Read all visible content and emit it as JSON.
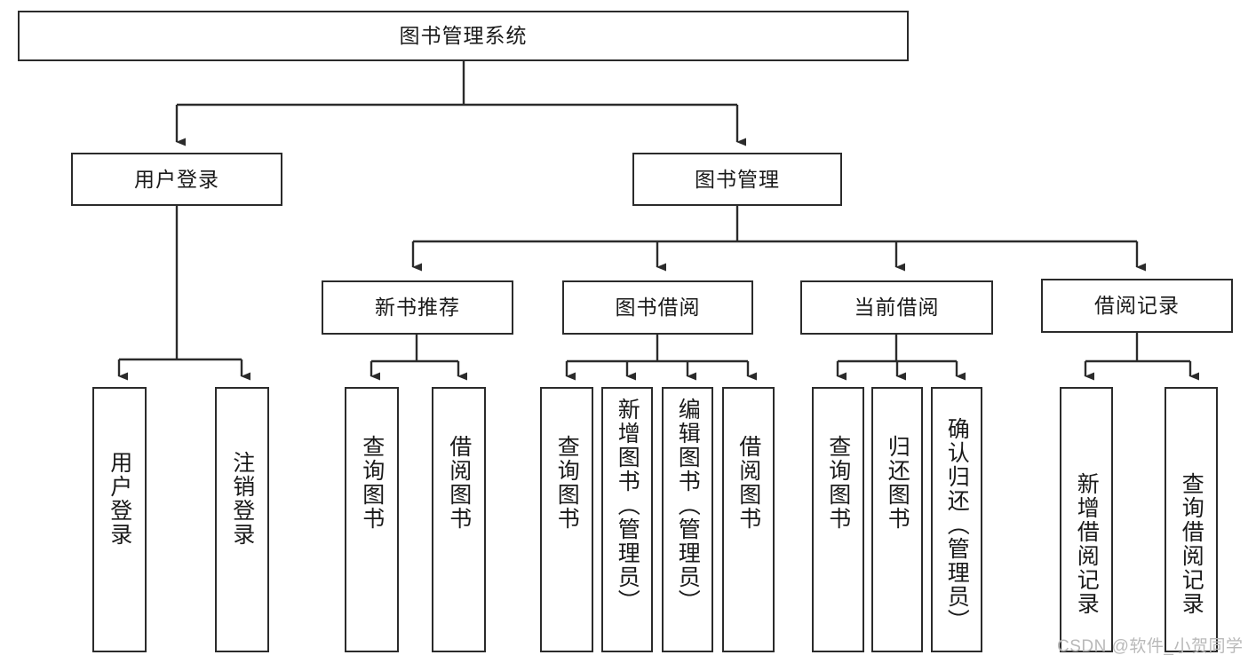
{
  "diagram": {
    "title": "图书管理系统",
    "type": "hierarchy-tree",
    "watermark": "CSDN @软件_小贺同学",
    "colors": {
      "node_border": "#2b2b2b",
      "node_fill": "#ffffff",
      "edge": "#2b2b2b",
      "text": "#1a1a1a",
      "watermark": "#b9b9b9"
    },
    "nodes": {
      "root": {
        "label": "图书管理系统"
      },
      "level2": [
        {
          "id": "user-login",
          "label": "用户登录"
        },
        {
          "id": "book-manage",
          "label": "图书管理"
        }
      ],
      "level3": [
        {
          "id": "new-book-recommend",
          "label": "新书推荐"
        },
        {
          "id": "book-borrow",
          "label": "图书借阅"
        },
        {
          "id": "current-borrow",
          "label": "当前借阅"
        },
        {
          "id": "borrow-record",
          "label": "借阅记录"
        }
      ],
      "leaves": {
        "user-login": [
          {
            "id": "leaf-user-login",
            "label": "用户登录"
          },
          {
            "id": "leaf-user-logout",
            "label": "注销登录"
          }
        ],
        "new-book-recommend": [
          {
            "id": "leaf-query-book-1",
            "label": "查询图书"
          },
          {
            "id": "leaf-borrow-book-1",
            "label": "借阅图书"
          }
        ],
        "book-borrow": [
          {
            "id": "leaf-query-book-2",
            "label": "查询图书"
          },
          {
            "id": "leaf-add-book",
            "label": "新增图书（管理员）"
          },
          {
            "id": "leaf-edit-book",
            "label": "编辑图书（管理员）"
          },
          {
            "id": "leaf-borrow-book-2",
            "label": "借阅图书"
          }
        ],
        "current-borrow": [
          {
            "id": "leaf-query-book-3",
            "label": "查询图书"
          },
          {
            "id": "leaf-return-book",
            "label": "归还图书"
          },
          {
            "id": "leaf-confirm-return",
            "label": "确认归还（管理员）"
          }
        ],
        "borrow-record": [
          {
            "id": "leaf-add-record",
            "label": "新增借阅记录"
          },
          {
            "id": "leaf-query-record",
            "label": "查询借阅记录"
          }
        ]
      }
    }
  }
}
